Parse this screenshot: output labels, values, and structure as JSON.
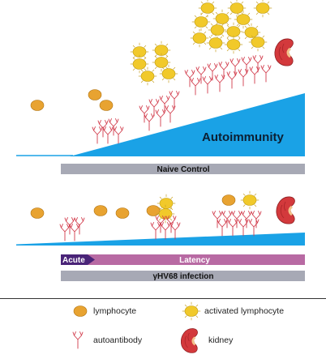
{
  "panels": {
    "top": {
      "wedge_label": "Autoimmunity",
      "bar_label": "Naive Control"
    },
    "bottom": {
      "acute_label": "Acute",
      "latency_label": "Latency",
      "infection_label": "γHV68 infection"
    }
  },
  "legend": {
    "lymphocyte": "lymphocyte",
    "activated_lymphocyte": "activated lymphocyte",
    "autoantibody": "autoantibody",
    "kidney": "kidney"
  },
  "colors": {
    "wedge": "#1aa2e6",
    "bar_gray": "#a7a9b5",
    "latency_bar": "#b86aa3",
    "acute_arrow": "#4a2478",
    "lymphocyte_fill": "#e8a331",
    "activated_fill": "#f1c92a",
    "antibody": "#d23b4b",
    "kidney_red": "#d3393c"
  }
}
